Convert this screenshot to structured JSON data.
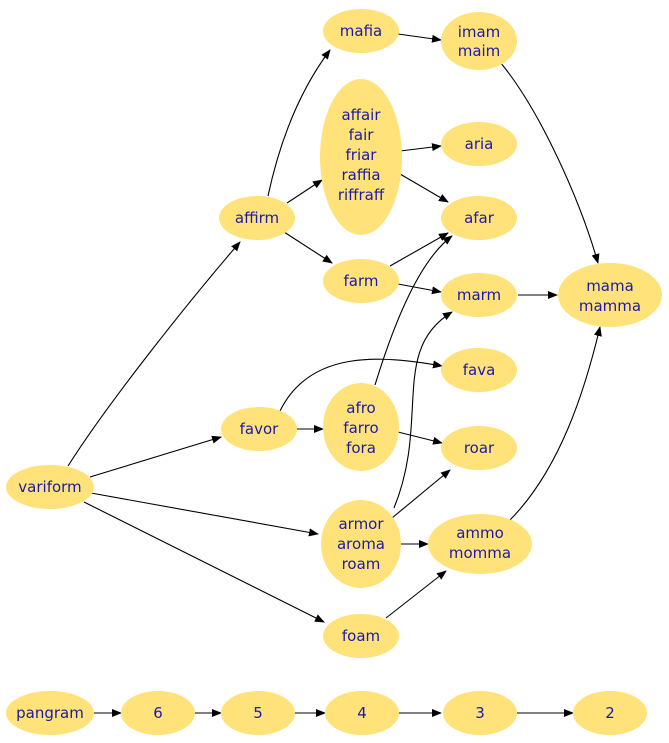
{
  "nodes": {
    "mafia": [
      "mafia"
    ],
    "imam": [
      "imam",
      "maim"
    ],
    "affair": [
      "affair",
      "fair",
      "friar",
      "raffia",
      "riffraff"
    ],
    "aria": [
      "aria"
    ],
    "affirm": [
      "affirm"
    ],
    "afar": [
      "afar"
    ],
    "farm": [
      "farm"
    ],
    "marm": [
      "marm"
    ],
    "mama": [
      "mama",
      "mamma"
    ],
    "fava": [
      "fava"
    ],
    "favor": [
      "favor"
    ],
    "afro": [
      "afro",
      "farro",
      "fora"
    ],
    "roar": [
      "roar"
    ],
    "variform": [
      "variform"
    ],
    "armor": [
      "armor",
      "aroma",
      "roam"
    ],
    "ammo": [
      "ammo",
      "momma"
    ],
    "foam": [
      "foam"
    ],
    "pangram": [
      "pangram"
    ],
    "n6": [
      "6"
    ],
    "n5": [
      "5"
    ],
    "n4": [
      "4"
    ],
    "n3": [
      "3"
    ],
    "n2": [
      "2"
    ]
  },
  "edges": [
    [
      "variform",
      "affirm"
    ],
    [
      "variform",
      "favor"
    ],
    [
      "variform",
      "armor"
    ],
    [
      "variform",
      "foam"
    ],
    [
      "affirm",
      "mafia"
    ],
    [
      "affirm",
      "affair"
    ],
    [
      "affirm",
      "farm"
    ],
    [
      "mafia",
      "imam"
    ],
    [
      "imam",
      "mama"
    ],
    [
      "affair",
      "aria"
    ],
    [
      "affair",
      "afar"
    ],
    [
      "farm",
      "afar"
    ],
    [
      "farm",
      "marm"
    ],
    [
      "marm",
      "mama"
    ],
    [
      "favor",
      "fava"
    ],
    [
      "favor",
      "afro"
    ],
    [
      "afro",
      "afar"
    ],
    [
      "afro",
      "roar"
    ],
    [
      "armor",
      "marm"
    ],
    [
      "armor",
      "roar"
    ],
    [
      "armor",
      "ammo"
    ],
    [
      "foam",
      "ammo"
    ],
    [
      "ammo",
      "mama"
    ],
    [
      "pangram",
      "n6"
    ],
    [
      "n6",
      "n5"
    ],
    [
      "n5",
      "n4"
    ],
    [
      "n4",
      "n3"
    ],
    [
      "n3",
      "n2"
    ]
  ]
}
